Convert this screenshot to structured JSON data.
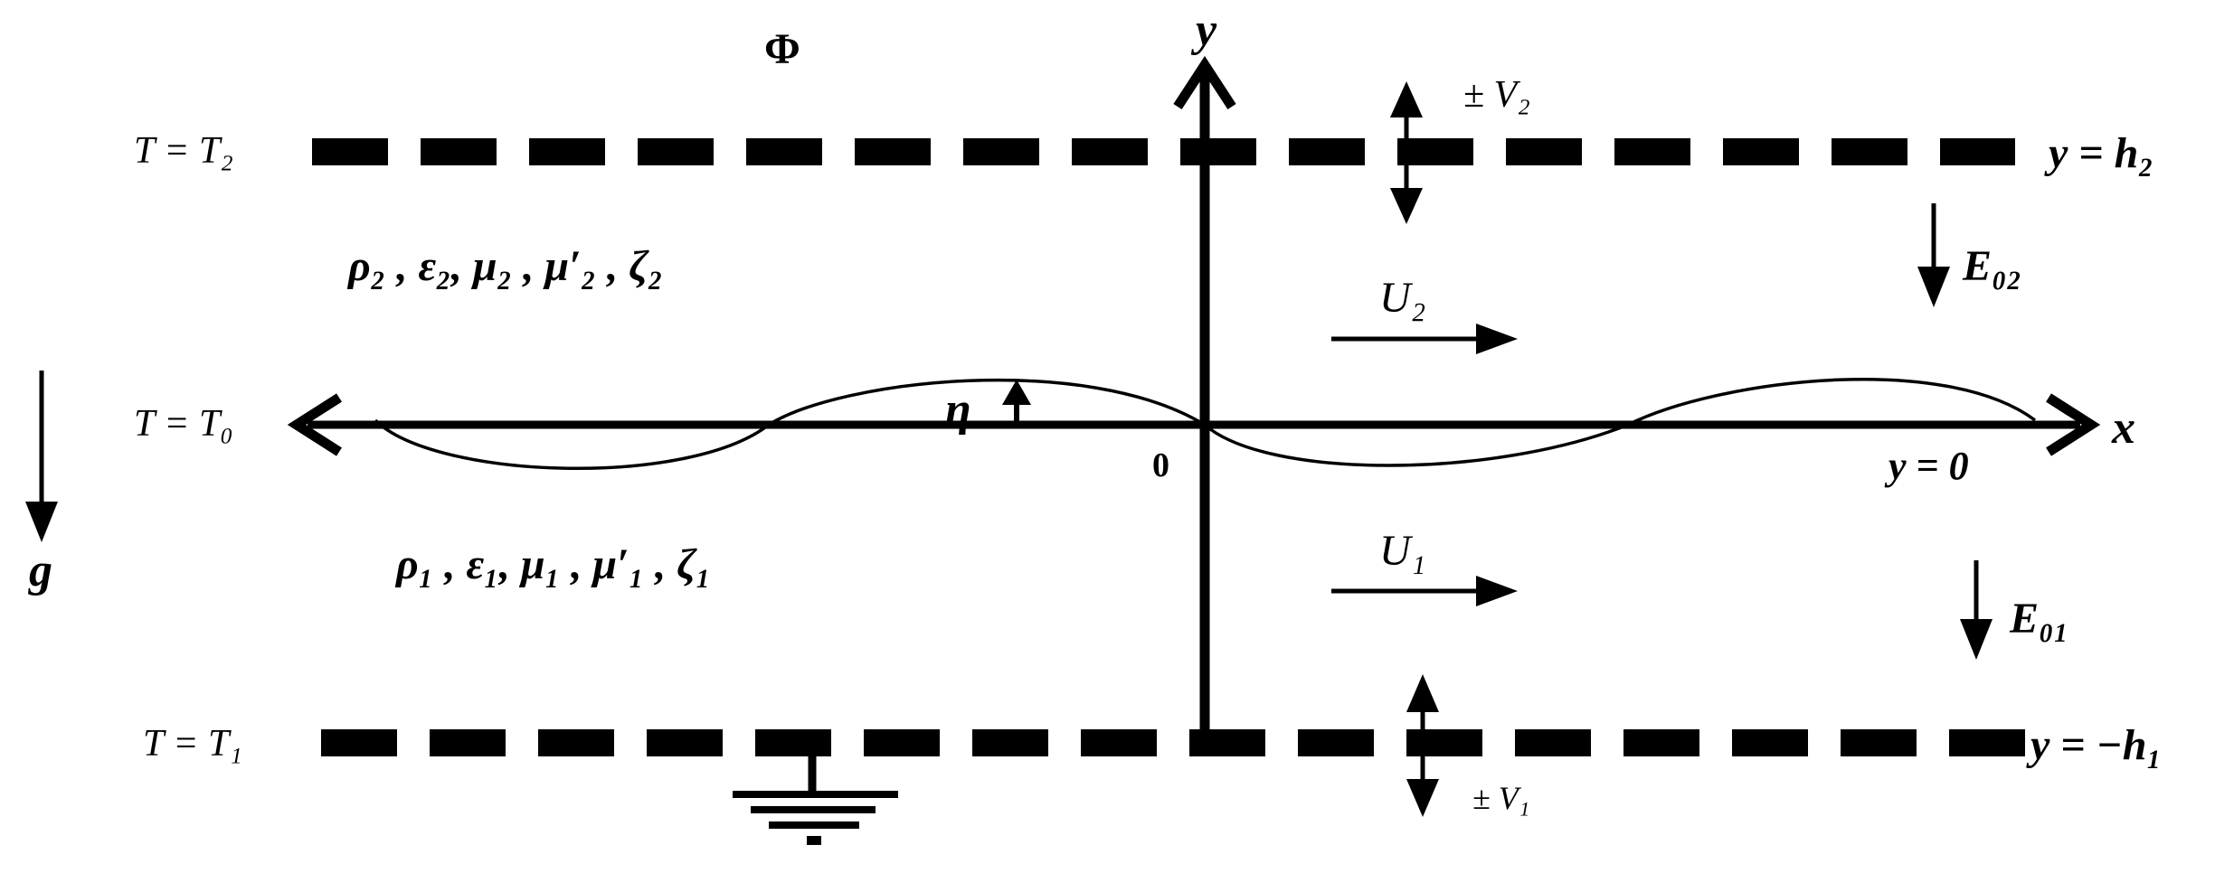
{
  "labels": {
    "phi": "Φ",
    "y_axis": "y",
    "x_axis": "x",
    "origin": "0",
    "top_temp": "T = T₂",
    "mid_temp": "T = T₀",
    "bottom_temp": "T = T₁",
    "top_boundary": "y = h₂",
    "interface": "y = 0",
    "bottom_boundary": "y = −h₁",
    "top_voltage": "± V₂",
    "bottom_voltage": "± V₁",
    "top_field": "E₀₂",
    "bottom_field": "E₀₁",
    "upper_velocity": "U₂",
    "lower_velocity": "U₁",
    "eta": "η",
    "gravity": "g",
    "upper_props": "ρ₂ , ε₂, μ₂ , μ′₂ , ζ₂",
    "lower_props": "ρ₁ , ε₁, μ₁ , μ′₁ , ζ₁"
  }
}
